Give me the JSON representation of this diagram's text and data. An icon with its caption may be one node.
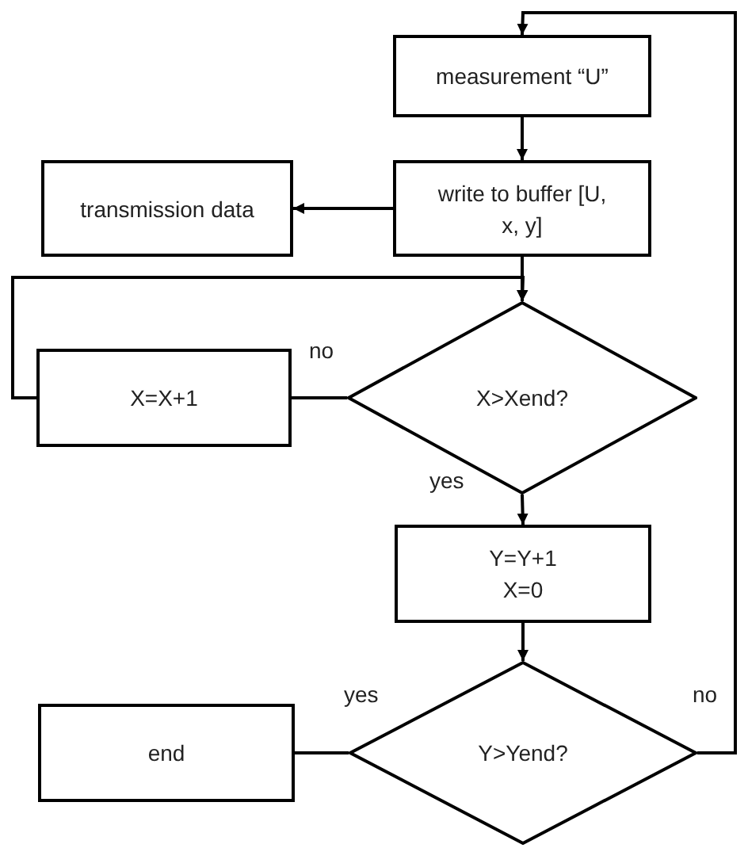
{
  "diagram": {
    "nodes": [
      {
        "text": [
          "measurement “U”"
        ]
      },
      {
        "text": [
          "write to buffer [U, x, y]"
        ]
      },
      {
        "text": [
          "transmission data"
        ]
      },
      {
        "text": [
          "X>Xend?"
        ]
      },
      {
        "text": [
          "X=X+1"
        ]
      },
      {
        "text": [
          "Y=Y+1 X=0"
        ]
      },
      {
        "text": [
          "Y>Yend?"
        ]
      },
      {
        "text": [
          "end"
        ]
      }
    ],
    "edges": [
      {
        "from": 0,
        "to": 1,
        "arrow": "to"
      },
      {
        "from": 1,
        "to": 2,
        "arrow": "to"
      },
      {
        "from": 1,
        "to": 3,
        "arrow": "to"
      },
      {
        "from": 3,
        "to": 4,
        "arrow": "none",
        "label": "no"
      },
      {
        "from": 4,
        "to": 3,
        "arrow": "to"
      },
      {
        "from": 3,
        "to": 5,
        "arrow": "to",
        "label": "yes"
      },
      {
        "from": 5,
        "to": 6,
        "arrow": "to"
      },
      {
        "from": 6,
        "to": 7,
        "arrow": "none",
        "label": "yes"
      },
      {
        "from": 6,
        "to": 0,
        "arrow": "to",
        "label": "no"
      }
    ]
  }
}
